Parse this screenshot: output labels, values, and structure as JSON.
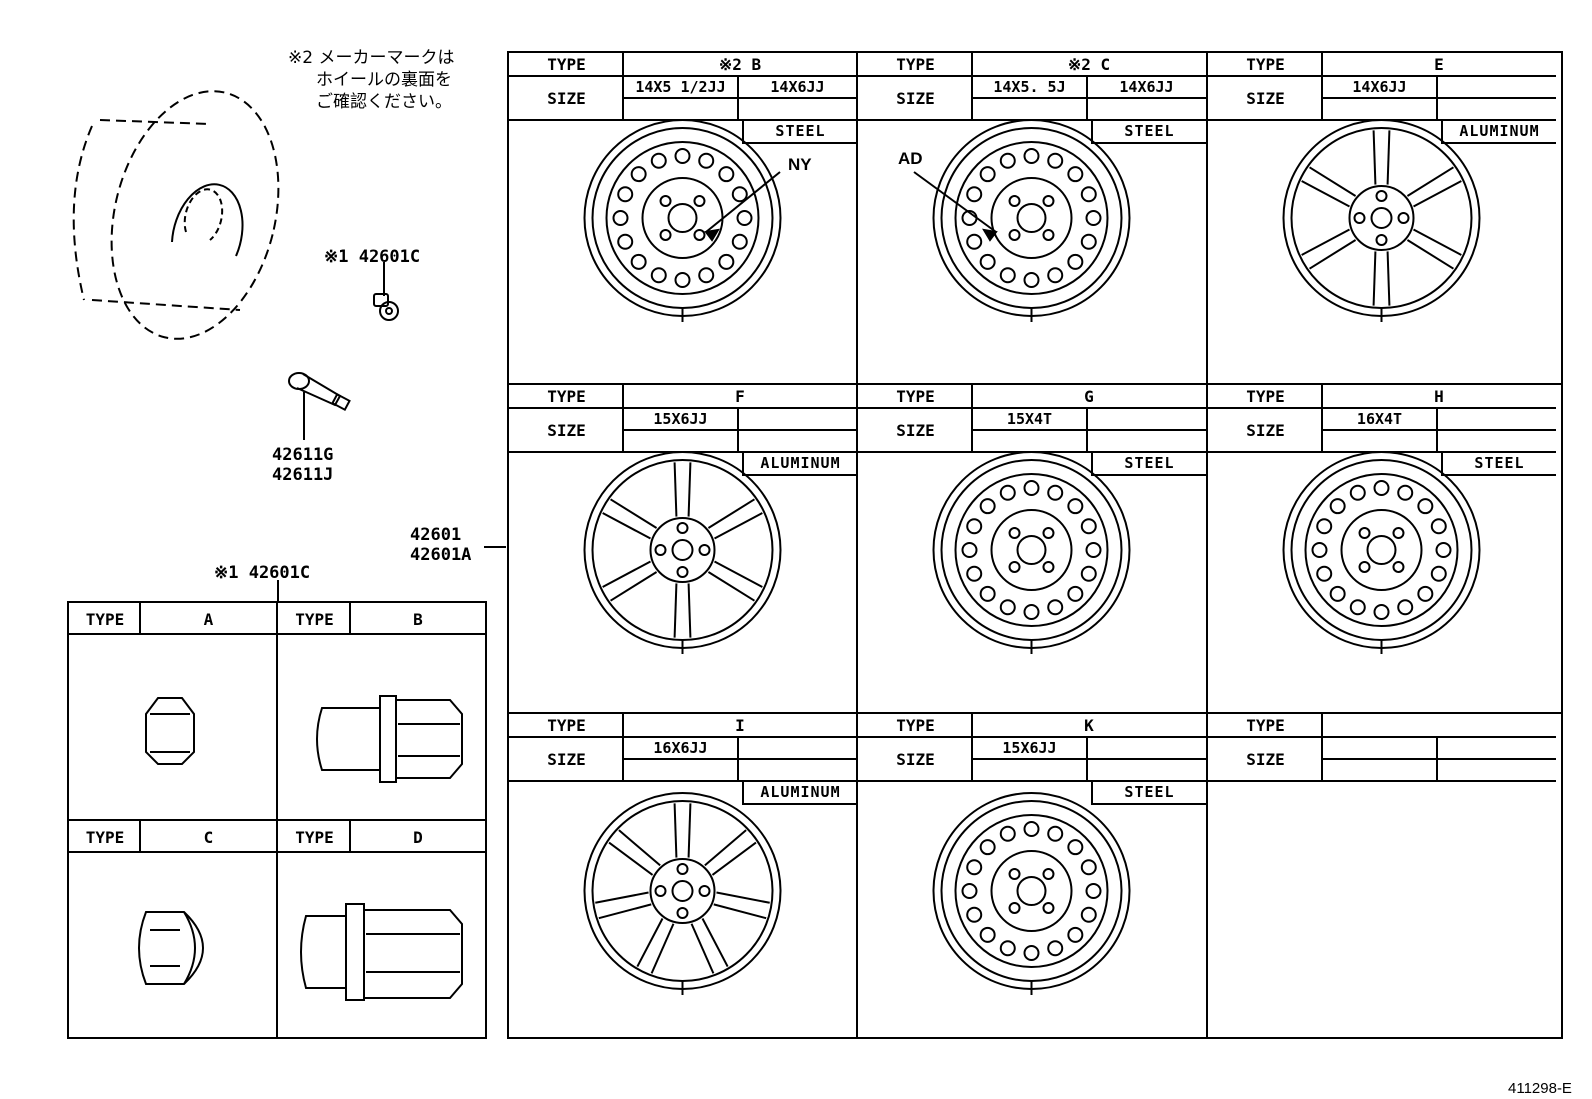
{
  "note": {
    "line1": "※2 メーカーマークは",
    "line2": "ホイールの裏面を",
    "line3": "ご確認ください。"
  },
  "parts": {
    "cap": "※1 42601C",
    "valve_1": "42611G",
    "valve_2": "42611J",
    "wheel_1": "42601",
    "wheel_2": "42601A",
    "nut_header": "※1 42601C"
  },
  "labels": {
    "type": "TYPE",
    "size": "SIZE",
    "callout_ny": "NY",
    "callout_ad": "AD"
  },
  "wheels": [
    {
      "type": "※2 B",
      "size1": "14X5 1/2JJ",
      "size2": "14X6JJ",
      "material": "STEEL"
    },
    {
      "type": "※2 C",
      "size1": "14X5. 5J",
      "size2": "14X6JJ",
      "material": "STEEL"
    },
    {
      "type": "E",
      "size1": "14X6JJ",
      "size2": "",
      "material": "ALUMINUM"
    },
    {
      "type": "F",
      "size1": "15X6JJ",
      "size2": "",
      "material": "ALUMINUM"
    },
    {
      "type": "G",
      "size1": "15X4T",
      "size2": "",
      "material": "STEEL"
    },
    {
      "type": "H",
      "size1": "16X4T",
      "size2": "",
      "material": "STEEL"
    },
    {
      "type": "I",
      "size1": "16X6JJ",
      "size2": "",
      "material": "ALUMINUM"
    },
    {
      "type": "K",
      "size1": "15X6JJ",
      "size2": "",
      "material": "STEEL"
    }
  ],
  "nuts": [
    {
      "type": "A"
    },
    {
      "type": "B"
    },
    {
      "type": "C"
    },
    {
      "type": "D"
    }
  ],
  "ref_code": "411298-E"
}
